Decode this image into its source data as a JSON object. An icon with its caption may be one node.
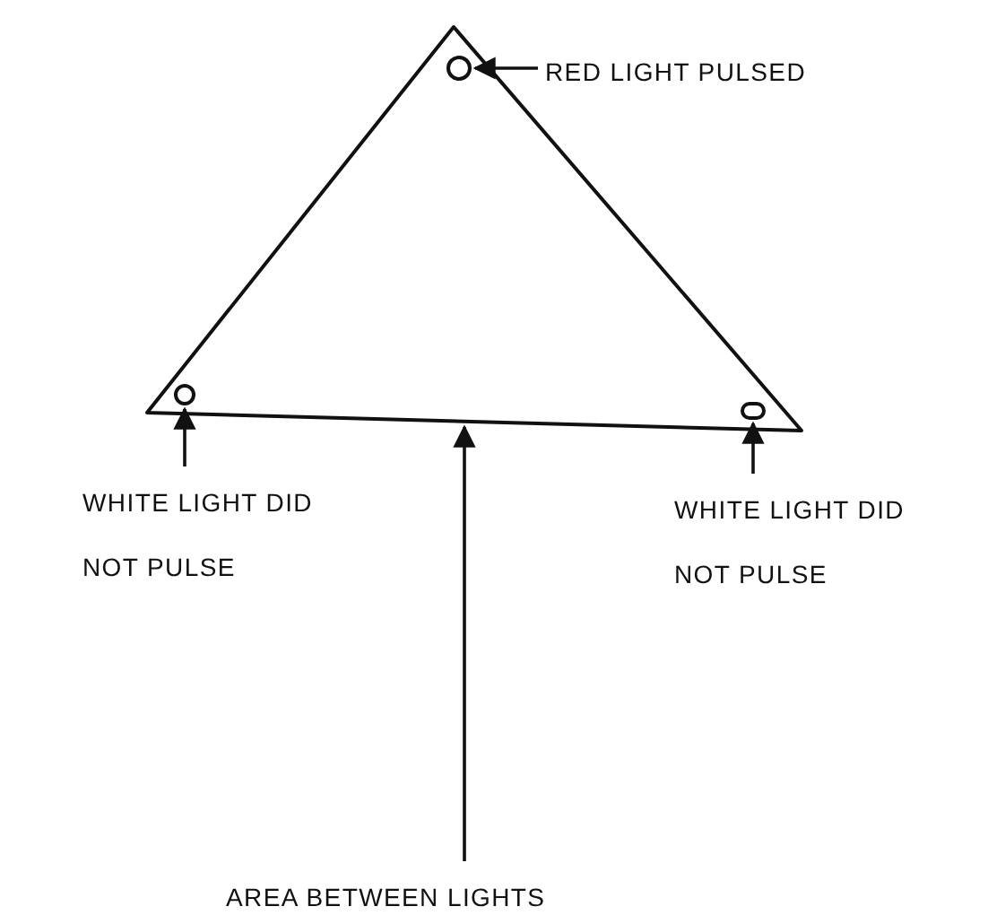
{
  "diagram": {
    "nodes": [
      {
        "text": [],
        "shape": "circle"
      },
      {
        "text": [
          "RED LIGHT PULSED"
        ]
      },
      {
        "text": [],
        "shape": "circle"
      },
      {
        "text": [],
        "shape": "circle"
      },
      {
        "text": [
          "WHITE LIGHT DID NOT PULSE"
        ]
      },
      {
        "text": [
          "WHITE LIGHT DID NOT PULSE"
        ]
      },
      {
        "text": [
          "AREA BETWEEN LIGHTS"
        ]
      }
    ],
    "edges": [
      {
        "from": 1,
        "to": 0,
        "arrow": "to"
      },
      {
        "from": 4,
        "to": 2,
        "arrow": "to"
      },
      {
        "from": 5,
        "to": 3,
        "arrow": "to"
      },
      {
        "from": 6,
        "to": null,
        "arrow": "to"
      }
    ]
  }
}
